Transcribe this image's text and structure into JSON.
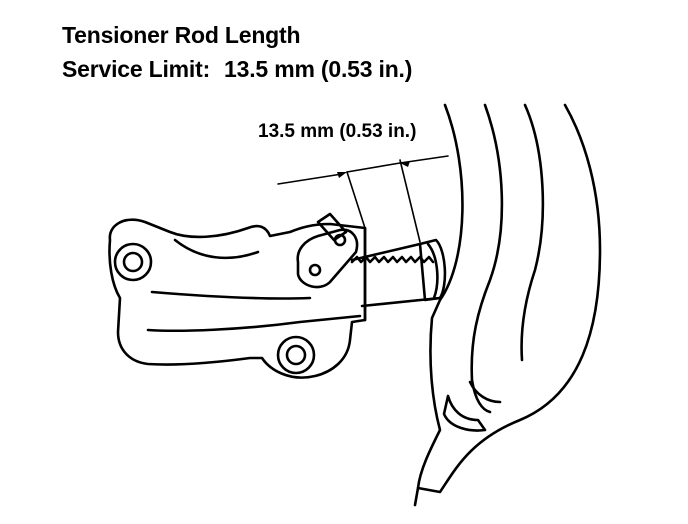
{
  "header": {
    "title": "Tensioner Rod Length",
    "limit_label": "Service Limit:",
    "limit_value": "13.5 mm (0.53 in.)"
  },
  "diagram": {
    "dimension_label": "13.5 mm (0.53 in.)"
  }
}
